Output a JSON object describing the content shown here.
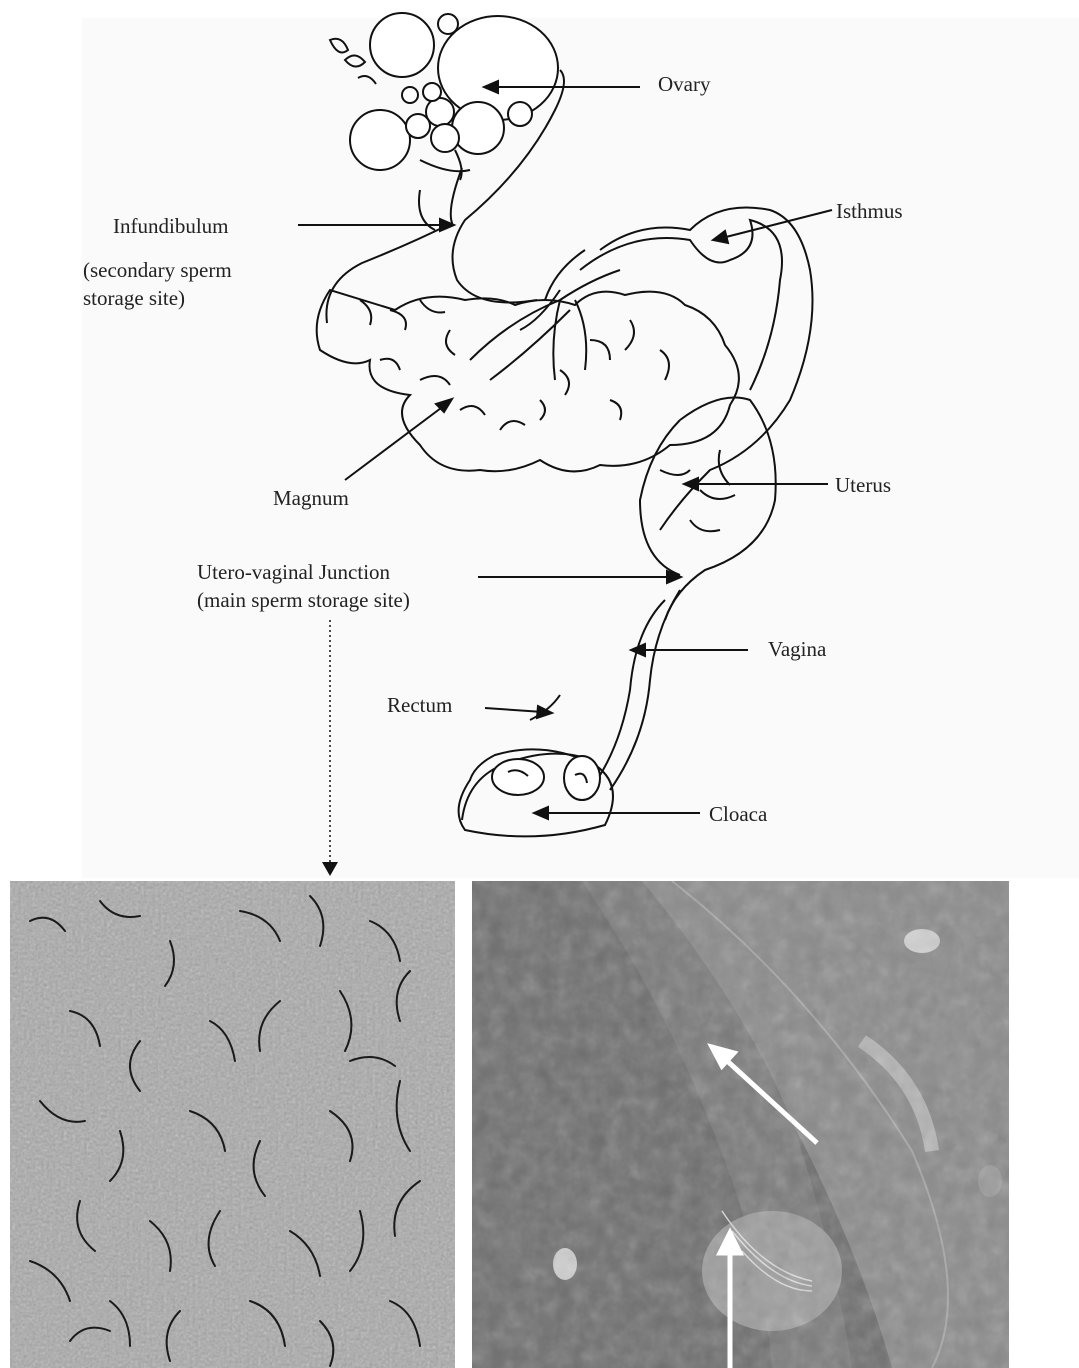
{
  "labels": {
    "ovary": "Ovary",
    "infundibulum": "Infundibulum",
    "infundibulum_note_1": "(secondary sperm",
    "infundibulum_note_2": "storage site)",
    "isthmus": "Isthmus",
    "magnum": "Magnum",
    "uterus": "Uterus",
    "uvj": "Utero-vaginal Junction",
    "uvj_note": "(main sperm storage site)",
    "vagina": "Vagina",
    "rectum": "Rectum",
    "cloaca": "Cloaca"
  },
  "colors": {
    "ink": "#111111",
    "paper": "#fafafa",
    "micrograph_left": "#b3b3b3",
    "micrograph_right": "#6d6d6d",
    "arrow_white": "#ffffff"
  }
}
